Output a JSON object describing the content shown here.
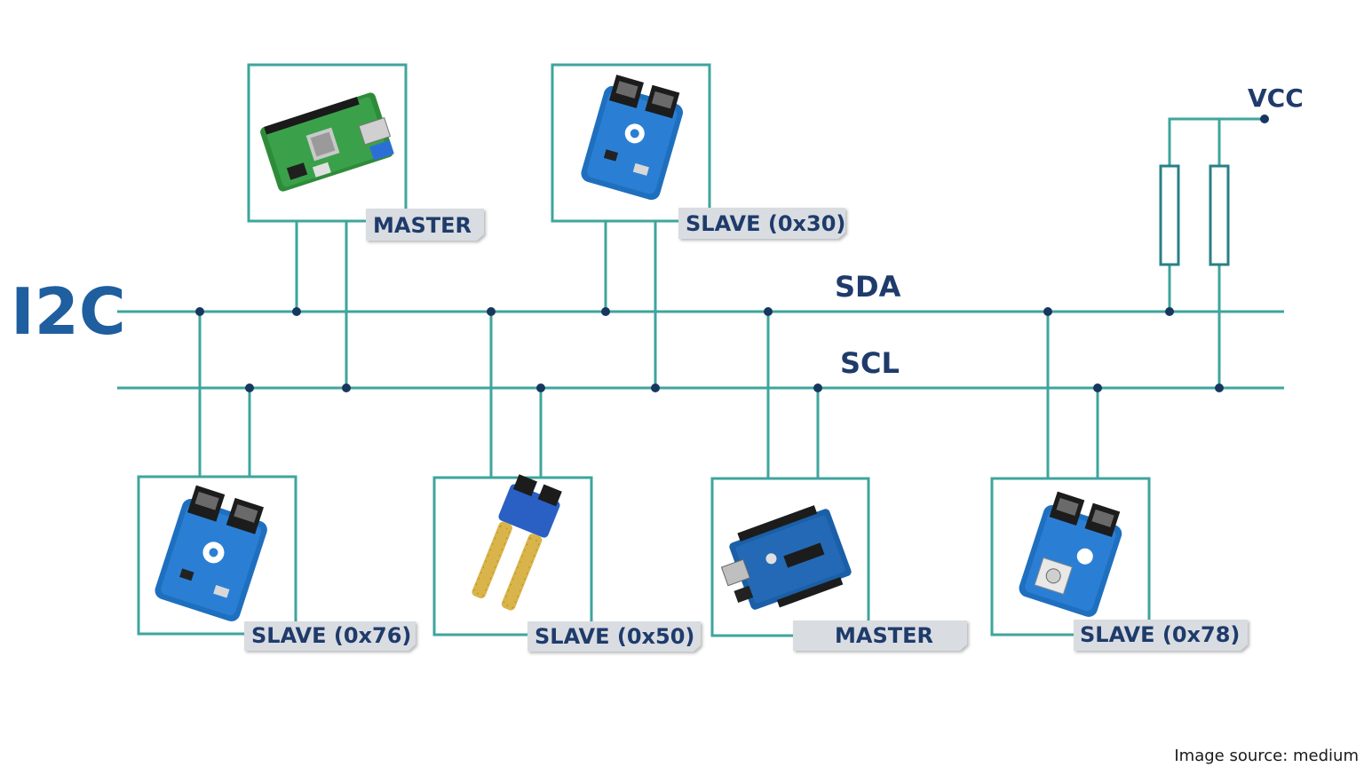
{
  "diagram": {
    "bus_title": "I2C",
    "sda_label": "SDA",
    "scl_label": "SCL",
    "vcc_label": "VCC",
    "source_caption": "Image source: medium",
    "colors": {
      "wire": "#3ea59d",
      "junction": "#17375e",
      "title": "#1f5e9f",
      "label_text": "#1f3b6b",
      "tag_fill": "#d9dde1",
      "board_blue": "#1f6fbf"
    },
    "devices": [
      {
        "role": "MASTER",
        "board": "raspberry-pi"
      },
      {
        "role": "SLAVE (0x30)",
        "board": "sensor-module"
      },
      {
        "role": "SLAVE (0x76)",
        "board": "sensor-module"
      },
      {
        "role": "SLAVE (0x50)",
        "board": "soil-moisture-sensor"
      },
      {
        "role": "MASTER",
        "board": "arduino-uno"
      },
      {
        "role": "SLAVE (0x78)",
        "board": "pressure-sensor"
      }
    ]
  }
}
